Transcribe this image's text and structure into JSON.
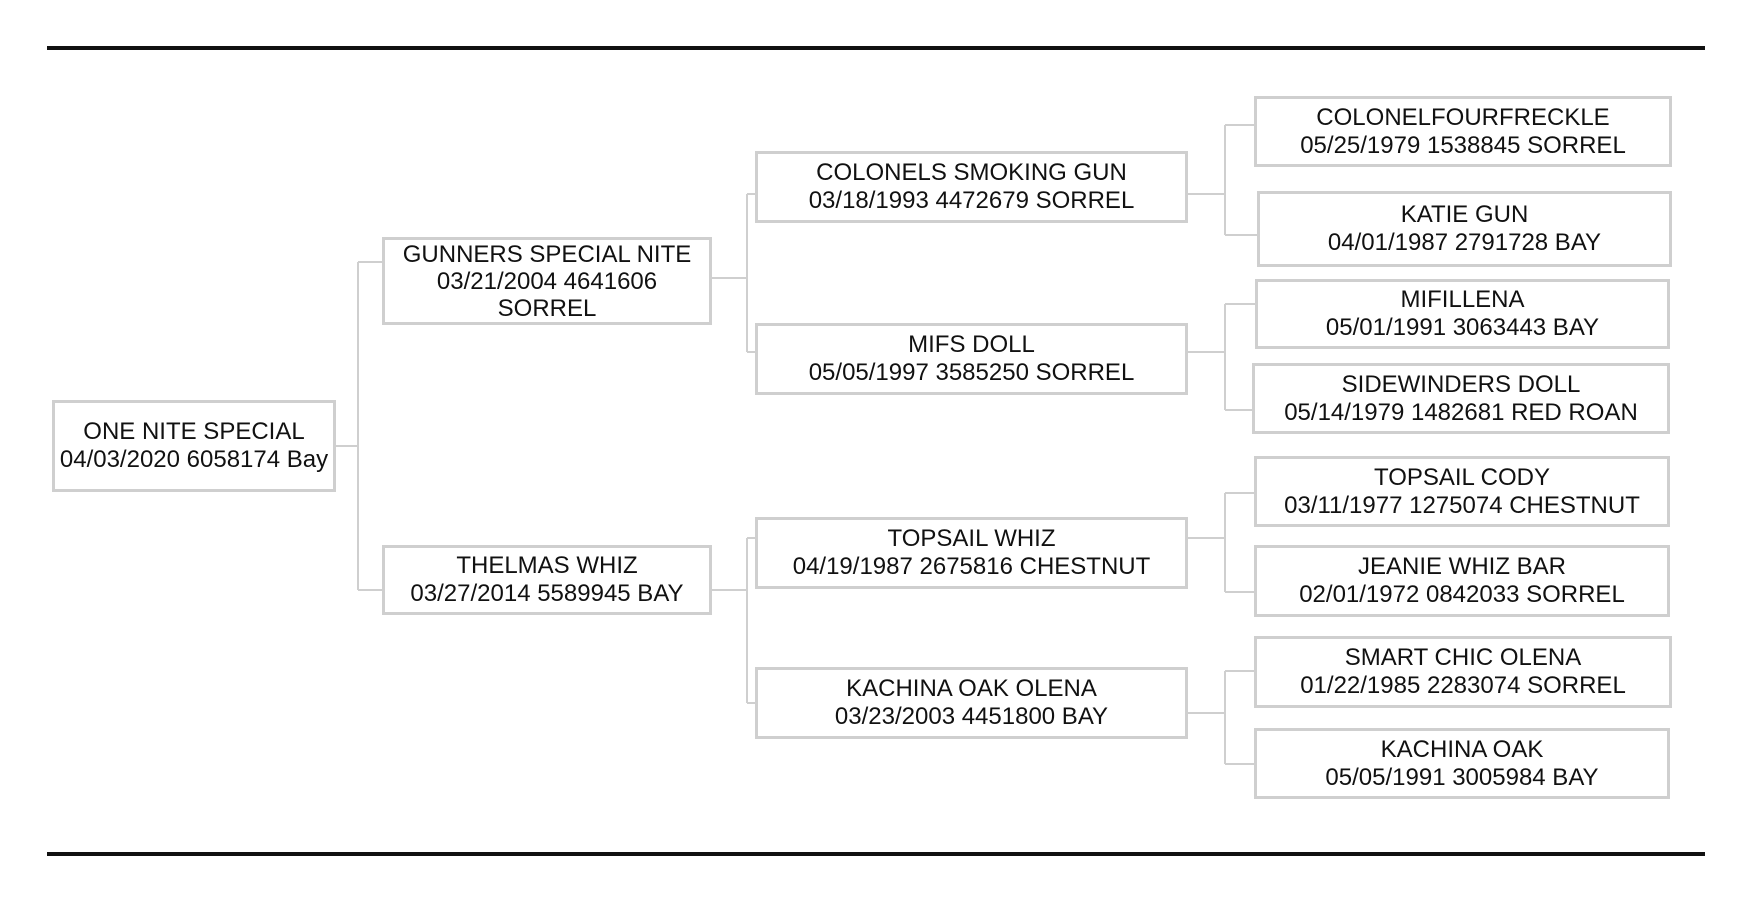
{
  "colors": {
    "rule": "#111111",
    "box_border": "#cfcfcf",
    "connector": "#cfcfcf",
    "text": "#111111"
  },
  "pedigree": {
    "subject": {
      "name": "ONE NITE SPECIAL",
      "info": "04/03/2020 6058174 Bay"
    },
    "sire": {
      "name": "GUNNERS SPECIAL NITE",
      "info": "03/21/2004 4641606 SORREL"
    },
    "dam": {
      "name": "THELMAS WHIZ",
      "info": "03/27/2014 5589945 BAY"
    },
    "sire_sire": {
      "name": "COLONELS SMOKING GUN",
      "info": "03/18/1993 4472679 SORREL"
    },
    "sire_dam": {
      "name": "MIFS DOLL",
      "info": "05/05/1997 3585250 SORREL"
    },
    "dam_sire": {
      "name": "TOPSAIL WHIZ",
      "info": "04/19/1987 2675816 CHESTNUT"
    },
    "dam_dam": {
      "name": "KACHINA OAK OLENA",
      "info": "03/23/2003 4451800 BAY"
    },
    "sire_sire_sire": {
      "name": "COLONELFOURFRECKLE",
      "info": "05/25/1979 1538845 SORREL"
    },
    "sire_sire_dam": {
      "name": "KATIE GUN",
      "info": "04/01/1987 2791728 BAY"
    },
    "sire_dam_sire": {
      "name": "MIFILLENA",
      "info": "05/01/1991 3063443 BAY"
    },
    "sire_dam_dam": {
      "name": "SIDEWINDERS DOLL",
      "info": "05/14/1979 1482681 RED ROAN"
    },
    "dam_sire_sire": {
      "name": "TOPSAIL CODY",
      "info": "03/11/1977 1275074 CHESTNUT"
    },
    "dam_sire_dam": {
      "name": "JEANIE WHIZ BAR",
      "info": "02/01/1972 0842033 SORREL"
    },
    "dam_dam_sire": {
      "name": "SMART CHIC OLENA",
      "info": "01/22/1985 2283074 SORREL"
    },
    "dam_dam_dam": {
      "name": "KACHINA OAK",
      "info": "05/05/1991 3005984 BAY"
    }
  }
}
